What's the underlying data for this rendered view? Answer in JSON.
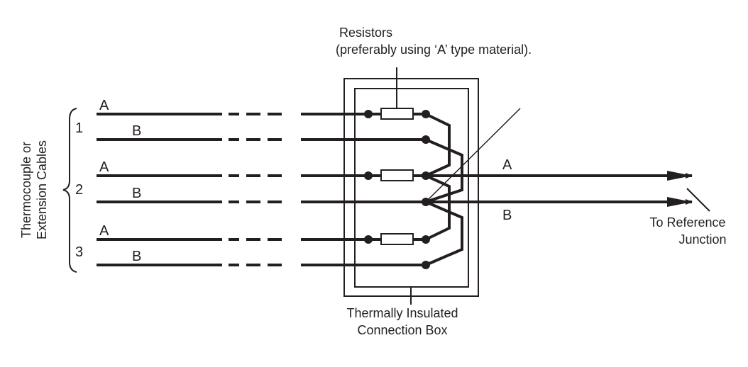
{
  "labels": {
    "resistors_line1": "Resistors",
    "resistors_line2": "(preferably using ‘A’ type material).",
    "box_line1": "Thermally Insulated",
    "box_line2": "Connection Box",
    "ref_line1": "To Reference",
    "ref_line2": "Junction",
    "cables_line1": "Thermocouple or",
    "cables_line2": "Extension Cables",
    "out_a": "A",
    "out_b": "B"
  },
  "cables": [
    {
      "number": "1",
      "a": "A",
      "b": "B"
    },
    {
      "number": "2",
      "a": "A",
      "b": "B"
    },
    {
      "number": "3",
      "a": "A",
      "b": "B"
    }
  ],
  "colors": {
    "ink": "#231f20"
  }
}
